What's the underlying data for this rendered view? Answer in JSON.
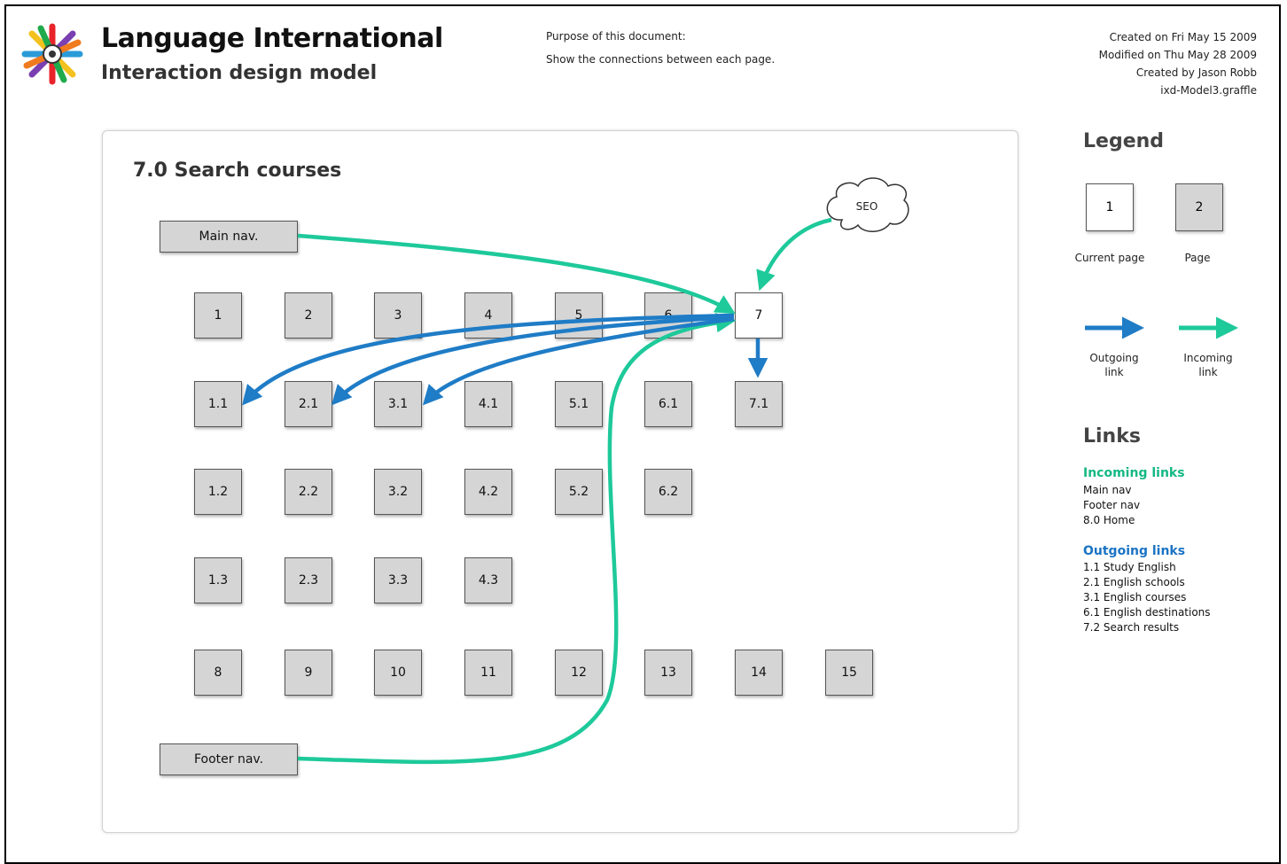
{
  "header": {
    "title": "Language International",
    "subtitle": "Interaction design model",
    "purpose_label": "Purpose of this document:",
    "purpose_text": "Show the connections between each page.",
    "meta": [
      "Created on Fri May 15 2009",
      "Modified on Thu May 28 2009",
      "Created by Jason Robb",
      "ixd-Model3.graffle"
    ]
  },
  "diagram": {
    "title": "7.0 Search courses",
    "main_nav": "Main nav.",
    "footer_nav": "Footer nav.",
    "seo": "SEO",
    "row1": [
      "1",
      "2",
      "3",
      "4",
      "5",
      "6",
      "7"
    ],
    "current_page": "7",
    "row2": [
      "1.1",
      "2.1",
      "3.1",
      "4.1",
      "5.1",
      "6.1",
      "7.1"
    ],
    "row3": [
      "1.2",
      "2.2",
      "3.2",
      "4.2",
      "5.2",
      "6.2"
    ],
    "row4": [
      "1.3",
      "2.3",
      "3.3",
      "4.3"
    ],
    "row5": [
      "8",
      "9",
      "10",
      "11",
      "12",
      "13",
      "14",
      "15"
    ]
  },
  "legend": {
    "title": "Legend",
    "current_box": "1",
    "current_caption": "Current page",
    "page_box": "2",
    "page_caption": "Page",
    "outgoing_caption": "Outgoing link",
    "incoming_caption": "Incoming link"
  },
  "links": {
    "title": "Links",
    "incoming_title": "Incoming links",
    "incoming": [
      "Main nav",
      "Footer nav",
      "8.0 Home"
    ],
    "outgoing_title": "Outgoing links",
    "outgoing": [
      "1.1 Study English",
      "2.1 English schools",
      "3.1 English courses",
      "6.1 English destinations",
      "7.2 Search results"
    ]
  },
  "colors": {
    "incoming": "#1ec99a",
    "outgoing": "#1f7cc6",
    "node": "#d5d5d5",
    "incoming_text": "#14b884",
    "outgoing_text": "#1a73c4"
  }
}
